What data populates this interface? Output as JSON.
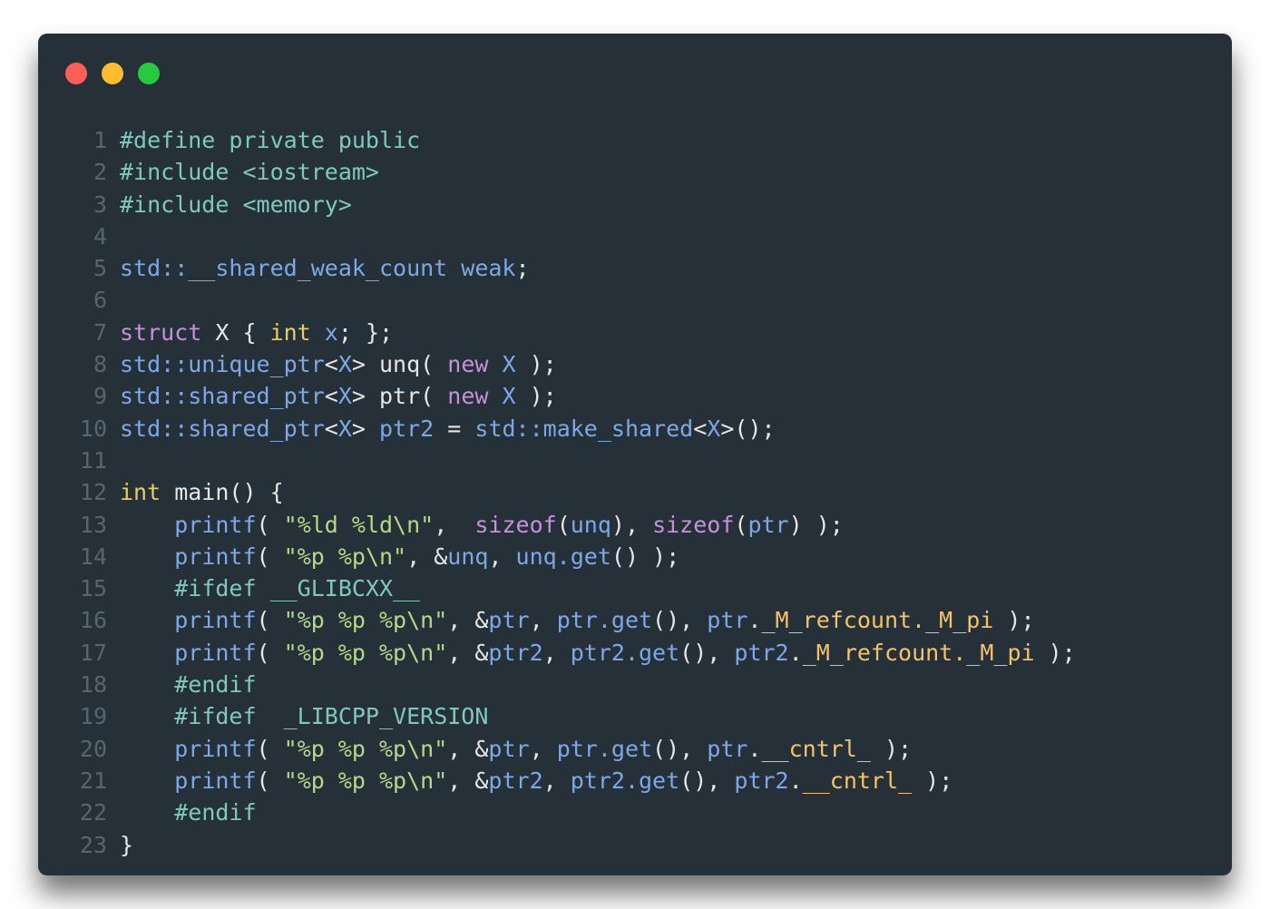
{
  "window": {
    "controls": [
      {
        "name": "close",
        "color": "#ff5f57"
      },
      {
        "name": "minimize",
        "color": "#febc2e"
      },
      {
        "name": "maximize",
        "color": "#28c840"
      }
    ]
  },
  "colors": {
    "background": "#263038",
    "preprocessor": "#7fc8c0",
    "type": "#7da8e8",
    "keyword": "#c591d9",
    "int": "#e8cc68",
    "string": "#b5d98a",
    "member": "#f3c26a",
    "line_number": "#56656f"
  },
  "code": {
    "language": "C++",
    "lines": [
      {
        "n": "1",
        "tokens": [
          [
            "pp",
            "#define private public"
          ]
        ]
      },
      {
        "n": "2",
        "tokens": [
          [
            "pp",
            "#include <iostream>"
          ]
        ]
      },
      {
        "n": "3",
        "tokens": [
          [
            "pp",
            "#include <memory>"
          ]
        ]
      },
      {
        "n": "4",
        "tokens": []
      },
      {
        "n": "5",
        "tokens": [
          [
            "type",
            "std::__shared_weak_count weak"
          ],
          [
            "plain",
            ";"
          ]
        ]
      },
      {
        "n": "6",
        "tokens": []
      },
      {
        "n": "7",
        "tokens": [
          [
            "kw",
            "struct"
          ],
          [
            "plain",
            " X { "
          ],
          [
            "int",
            "int"
          ],
          [
            "type",
            " x"
          ],
          [
            "plain",
            "; };"
          ]
        ]
      },
      {
        "n": "8",
        "tokens": [
          [
            "type",
            "std::unique_ptr"
          ],
          [
            "plain",
            "<"
          ],
          [
            "type",
            "X"
          ],
          [
            "plain",
            "> unq( "
          ],
          [
            "kw",
            "new"
          ],
          [
            "type",
            " X"
          ],
          [
            "plain",
            " );"
          ]
        ]
      },
      {
        "n": "9",
        "tokens": [
          [
            "type",
            "std::shared_ptr"
          ],
          [
            "plain",
            "<"
          ],
          [
            "type",
            "X"
          ],
          [
            "plain",
            "> ptr( "
          ],
          [
            "kw",
            "new"
          ],
          [
            "type",
            " X"
          ],
          [
            "plain",
            " );"
          ]
        ]
      },
      {
        "n": "10",
        "tokens": [
          [
            "type",
            "std::shared_ptr"
          ],
          [
            "plain",
            "<"
          ],
          [
            "type",
            "X"
          ],
          [
            "plain",
            "> "
          ],
          [
            "type",
            "ptr2"
          ],
          [
            "plain",
            " = "
          ],
          [
            "type",
            "std::make_shared"
          ],
          [
            "plain",
            "<"
          ],
          [
            "type",
            "X"
          ],
          [
            "plain",
            ">();"
          ]
        ]
      },
      {
        "n": "11",
        "tokens": []
      },
      {
        "n": "12",
        "tokens": [
          [
            "int",
            "int"
          ],
          [
            "plain",
            " main() {"
          ]
        ]
      },
      {
        "n": "13",
        "tokens": [
          [
            "plain",
            "    "
          ],
          [
            "type",
            "printf"
          ],
          [
            "plain",
            "( "
          ],
          [
            "str",
            "\"%ld %ld\\n\""
          ],
          [
            "plain",
            ",  "
          ],
          [
            "kw",
            "sizeof"
          ],
          [
            "plain",
            "("
          ],
          [
            "type",
            "unq"
          ],
          [
            "plain",
            "), "
          ],
          [
            "kw",
            "sizeof"
          ],
          [
            "plain",
            "("
          ],
          [
            "type",
            "ptr"
          ],
          [
            "plain",
            ") );"
          ]
        ]
      },
      {
        "n": "14",
        "tokens": [
          [
            "plain",
            "    "
          ],
          [
            "type",
            "printf"
          ],
          [
            "plain",
            "( "
          ],
          [
            "str",
            "\"%p %p\\n\""
          ],
          [
            "plain",
            ", &"
          ],
          [
            "type",
            "unq"
          ],
          [
            "plain",
            ", "
          ],
          [
            "type",
            "unq.get"
          ],
          [
            "plain",
            "() );"
          ]
        ]
      },
      {
        "n": "15",
        "tokens": [
          [
            "plain",
            "    "
          ],
          [
            "pp",
            "#ifdef __GLIBCXX__"
          ]
        ]
      },
      {
        "n": "16",
        "tokens": [
          [
            "plain",
            "    "
          ],
          [
            "type",
            "printf"
          ],
          [
            "plain",
            "( "
          ],
          [
            "str",
            "\"%p %p %p\\n\""
          ],
          [
            "plain",
            ", &"
          ],
          [
            "type",
            "ptr"
          ],
          [
            "plain",
            ", "
          ],
          [
            "type",
            "ptr.get"
          ],
          [
            "plain",
            "(), "
          ],
          [
            "type",
            "ptr"
          ],
          [
            "plain",
            "."
          ],
          [
            "mem",
            "_M_refcount._M_pi"
          ],
          [
            "plain",
            " );"
          ]
        ]
      },
      {
        "n": "17",
        "tokens": [
          [
            "plain",
            "    "
          ],
          [
            "type",
            "printf"
          ],
          [
            "plain",
            "( "
          ],
          [
            "str",
            "\"%p %p %p\\n\""
          ],
          [
            "plain",
            ", &"
          ],
          [
            "type",
            "ptr2"
          ],
          [
            "plain",
            ", "
          ],
          [
            "type",
            "ptr2.get"
          ],
          [
            "plain",
            "(), "
          ],
          [
            "type",
            "ptr2"
          ],
          [
            "plain",
            "."
          ],
          [
            "mem",
            "_M_refcount._M_pi"
          ],
          [
            "plain",
            " );"
          ]
        ]
      },
      {
        "n": "18",
        "tokens": [
          [
            "plain",
            "    "
          ],
          [
            "pp",
            "#endif"
          ]
        ]
      },
      {
        "n": "19",
        "tokens": [
          [
            "plain",
            "    "
          ],
          [
            "pp",
            "#ifdef  _LIBCPP_VERSION"
          ]
        ]
      },
      {
        "n": "20",
        "tokens": [
          [
            "plain",
            "    "
          ],
          [
            "type",
            "printf"
          ],
          [
            "plain",
            "( "
          ],
          [
            "str",
            "\"%p %p %p\\n\""
          ],
          [
            "plain",
            ", &"
          ],
          [
            "type",
            "ptr"
          ],
          [
            "plain",
            ", "
          ],
          [
            "type",
            "ptr.get"
          ],
          [
            "plain",
            "(), "
          ],
          [
            "type",
            "ptr"
          ],
          [
            "plain",
            "."
          ],
          [
            "mem",
            "__cntrl_"
          ],
          [
            "plain",
            " );"
          ]
        ]
      },
      {
        "n": "21",
        "tokens": [
          [
            "plain",
            "    "
          ],
          [
            "type",
            "printf"
          ],
          [
            "plain",
            "( "
          ],
          [
            "str",
            "\"%p %p %p\\n\""
          ],
          [
            "plain",
            ", &"
          ],
          [
            "type",
            "ptr2"
          ],
          [
            "plain",
            ", "
          ],
          [
            "type",
            "ptr2.get"
          ],
          [
            "plain",
            "(), "
          ],
          [
            "type",
            "ptr2"
          ],
          [
            "plain",
            "."
          ],
          [
            "mem",
            "__cntrl_"
          ],
          [
            "plain",
            " );"
          ]
        ]
      },
      {
        "n": "22",
        "tokens": [
          [
            "plain",
            "    "
          ],
          [
            "pp",
            "#endif"
          ]
        ]
      },
      {
        "n": "23",
        "tokens": [
          [
            "plain",
            "}"
          ]
        ]
      }
    ]
  }
}
